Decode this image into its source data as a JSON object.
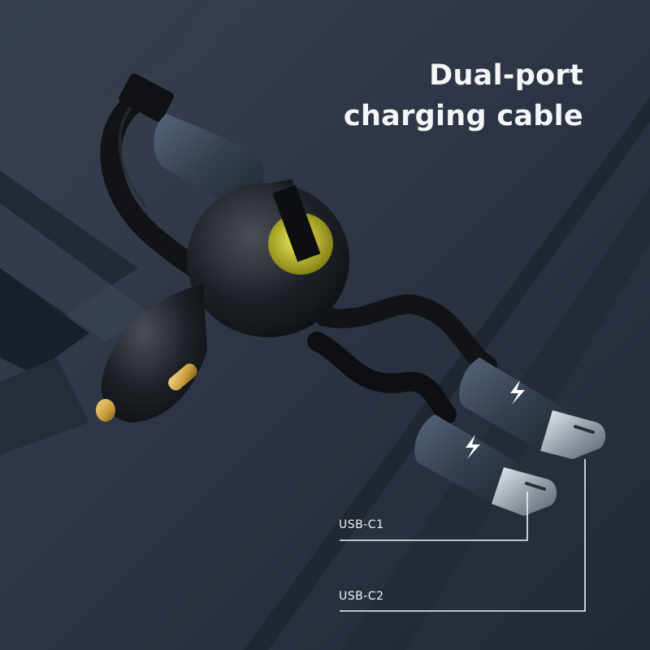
{
  "headline": {
    "line1": "Dual-port",
    "line2": "charging cable"
  },
  "callouts": [
    {
      "label": "USB-C1"
    },
    {
      "label": "USB-C2"
    }
  ],
  "colors": {
    "background": "#2c3443",
    "text": "#f4f6f8",
    "accent_gold": "#d9b24a",
    "accent_yellow": "#c6c21c",
    "connector_blue_grey": "#3c4a5c"
  },
  "icons": [
    "lightning-bolt-icon",
    "lightning-bolt-icon"
  ]
}
